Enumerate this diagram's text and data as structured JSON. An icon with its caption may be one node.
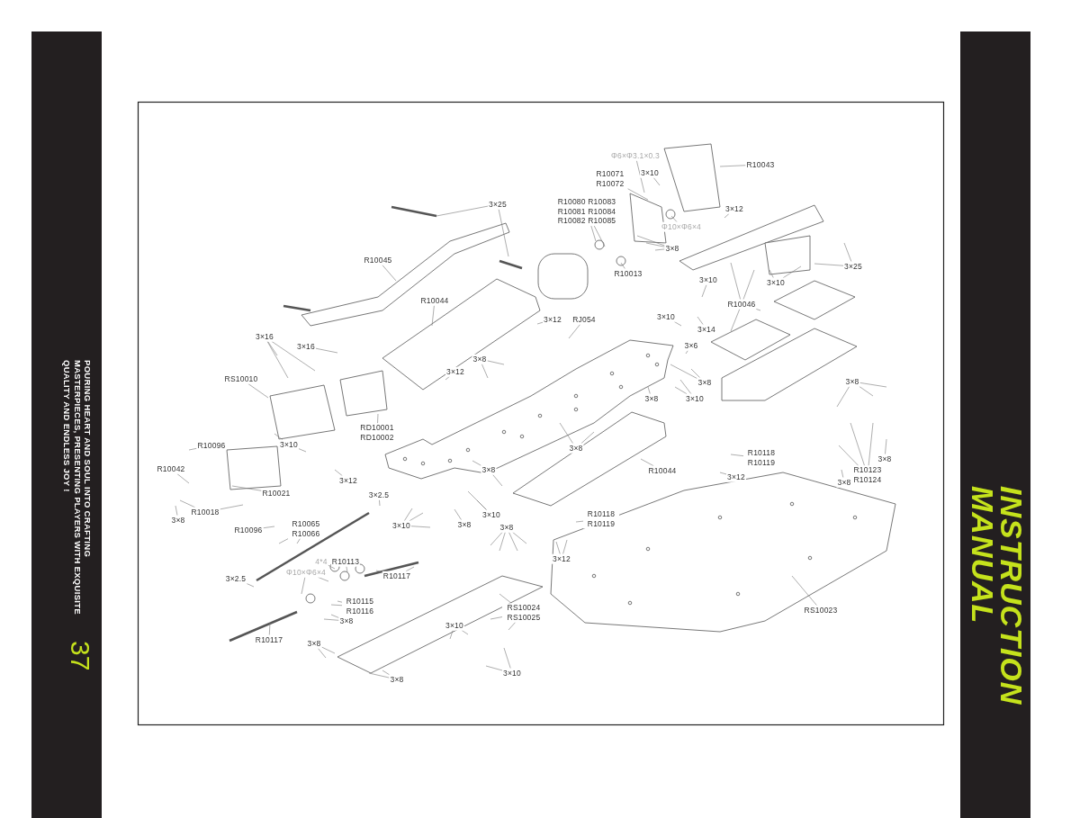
{
  "diagram": {
    "nodes": [
      {
        "text": [
          "R10043"
        ]
      },
      {
        "text": [
          "Φ6×Φ3.1×0.3"
        ]
      },
      {
        "text": [
          "3×10"
        ]
      },
      {
        "text": [
          "R10071 R10072"
        ]
      },
      {
        "text": [
          "R10080 R10083 R10081 R10084 R10082 R10085"
        ]
      },
      {
        "text": [
          "3×12"
        ]
      },
      {
        "text": [
          "Φ10×Φ6×4"
        ]
      },
      {
        "text": [
          "3×8"
        ]
      },
      {
        "text": [
          "R10013"
        ]
      },
      {
        "text": [
          "3×25"
        ]
      },
      {
        "text": [
          "3×10"
        ]
      },
      {
        "text": [
          "3×10"
        ]
      },
      {
        "text": [
          "R10046"
        ]
      },
      {
        "text": [
          "3×10"
        ]
      },
      {
        "text": [
          "3×14"
        ]
      },
      {
        "text": [
          "3×6"
        ]
      },
      {
        "text": [
          "3×8"
        ]
      },
      {
        "text": [
          "3×10"
        ]
      },
      {
        "text": [
          "3×8"
        ]
      },
      {
        "text": [
          "3×8"
        ]
      },
      {
        "text": [
          "3×8"
        ]
      },
      {
        "text": [
          "R10123 R10124"
        ]
      },
      {
        "text": [
          "3×8"
        ]
      },
      {
        "text": [
          "3×25"
        ]
      },
      {
        "text": [
          "R10045"
        ]
      },
      {
        "text": [
          "R10044"
        ]
      },
      {
        "text": [
          "3×12"
        ]
      },
      {
        "text": [
          "RJ054"
        ]
      },
      {
        "text": [
          "3×8"
        ]
      },
      {
        "text": [
          "3×12"
        ]
      },
      {
        "text": [
          "3×16"
        ]
      },
      {
        "text": [
          "3×16"
        ]
      },
      {
        "text": [
          "RS10010"
        ]
      },
      {
        "text": [
          "RD10001 RD10002"
        ]
      },
      {
        "text": [
          "3×10"
        ]
      },
      {
        "text": [
          "3×12"
        ]
      },
      {
        "text": [
          "3×8"
        ]
      },
      {
        "text": [
          "3×8"
        ]
      },
      {
        "text": [
          "R10044"
        ]
      },
      {
        "text": [
          "R10118 R10119"
        ]
      },
      {
        "text": [
          "3×12"
        ]
      },
      {
        "text": [
          "R10096"
        ]
      },
      {
        "text": [
          "R10042"
        ]
      },
      {
        "text": [
          "R10021"
        ]
      },
      {
        "text": [
          "R10018"
        ]
      },
      {
        "text": [
          "3×8"
        ]
      },
      {
        "text": [
          "R10096"
        ]
      },
      {
        "text": [
          "3×2.5"
        ]
      },
      {
        "text": [
          "3×10"
        ]
      },
      {
        "text": [
          "3×8"
        ]
      },
      {
        "text": [
          "3×10"
        ]
      },
      {
        "text": [
          "R10065 R10066"
        ]
      },
      {
        "text": [
          "3×8"
        ]
      },
      {
        "text": [
          "R10118 R10119"
        ]
      },
      {
        "text": [
          "3×12"
        ]
      },
      {
        "text": [
          "4*4"
        ]
      },
      {
        "text": [
          "R10113"
        ]
      },
      {
        "text": [
          "R10117"
        ]
      },
      {
        "text": [
          "Φ10×Φ6×4"
        ]
      },
      {
        "text": [
          "3×2.5"
        ]
      },
      {
        "text": [
          "R10115 R10116"
        ]
      },
      {
        "text": [
          "3×8"
        ]
      },
      {
        "text": [
          "R10117"
        ]
      },
      {
        "text": [
          "RS10024 RS10025"
        ]
      },
      {
        "text": [
          "3×10"
        ]
      },
      {
        "text": [
          "3×8"
        ]
      },
      {
        "text": [
          "3×10"
        ]
      },
      {
        "text": [
          "3×8"
        ]
      },
      {
        "text": [
          "RS10023"
        ]
      }
    ],
    "edges": [
      {
        "from": 0,
        "to": null,
        "arrow": "none"
      },
      {
        "from": 1,
        "to": null,
        "arrow": "none"
      },
      {
        "from": 2,
        "to": null,
        "arrow": "none"
      },
      {
        "from": 3,
        "to": null,
        "arrow": "none"
      },
      {
        "from": 4,
        "to": null,
        "arrow": "none"
      },
      {
        "from": 4,
        "to": null,
        "arrow": "none"
      },
      {
        "from": 5,
        "to": null,
        "arrow": "none"
      },
      {
        "from": 6,
        "to": null,
        "arrow": "none"
      },
      {
        "from": 7,
        "to": null,
        "arrow": "none"
      },
      {
        "from": 7,
        "to": null,
        "arrow": "none"
      },
      {
        "from": 7,
        "to": null,
        "arrow": "none"
      },
      {
        "from": 8,
        "to": null,
        "arrow": "none"
      },
      {
        "from": 9,
        "to": null,
        "arrow": "none"
      },
      {
        "from": 9,
        "to": null,
        "arrow": "none"
      },
      {
        "from": 10,
        "to": null,
        "arrow": "none"
      },
      {
        "from": 11,
        "to": null,
        "arrow": "none"
      },
      {
        "from": 11,
        "to": null,
        "arrow": "none"
      },
      {
        "from": 12,
        "to": null,
        "arrow": "none"
      },
      {
        "from": 12,
        "to": null,
        "arrow": "none"
      },
      {
        "from": 12,
        "to": null,
        "arrow": "none"
      },
      {
        "from": 12,
        "to": null,
        "arrow": "none"
      },
      {
        "from": 13,
        "to": null,
        "arrow": "none"
      },
      {
        "from": 14,
        "to": null,
        "arrow": "none"
      },
      {
        "from": 15,
        "to": null,
        "arrow": "none"
      },
      {
        "from": 16,
        "to": null,
        "arrow": "none"
      },
      {
        "from": 16,
        "to": null,
        "arrow": "none"
      },
      {
        "from": 17,
        "to": null,
        "arrow": "none"
      },
      {
        "from": 17,
        "to": null,
        "arrow": "none"
      },
      {
        "from": 18,
        "to": null,
        "arrow": "none"
      },
      {
        "from": 19,
        "to": null,
        "arrow": "none"
      },
      {
        "from": 19,
        "to": null,
        "arrow": "none"
      },
      {
        "from": 19,
        "to": null,
        "arrow": "none"
      },
      {
        "from": 20,
        "to": null,
        "arrow": "none"
      },
      {
        "from": 21,
        "to": null,
        "arrow": "none"
      },
      {
        "from": 21,
        "to": null,
        "arrow": "none"
      },
      {
        "from": 21,
        "to": null,
        "arrow": "none"
      },
      {
        "from": 22,
        "to": null,
        "arrow": "none"
      },
      {
        "from": 23,
        "to": null,
        "arrow": "none"
      },
      {
        "from": 23,
        "to": null,
        "arrow": "none"
      },
      {
        "from": 24,
        "to": null,
        "arrow": "none"
      },
      {
        "from": 25,
        "to": null,
        "arrow": "none"
      },
      {
        "from": 26,
        "to": null,
        "arrow": "none"
      },
      {
        "from": 27,
        "to": null,
        "arrow": "none"
      },
      {
        "from": 28,
        "to": null,
        "arrow": "none"
      },
      {
        "from": 28,
        "to": null,
        "arrow": "none"
      },
      {
        "from": 29,
        "to": null,
        "arrow": "none"
      },
      {
        "from": 30,
        "to": null,
        "arrow": "none"
      },
      {
        "from": 30,
        "to": null,
        "arrow": "none"
      },
      {
        "from": 30,
        "to": null,
        "arrow": "none"
      },
      {
        "from": 31,
        "to": null,
        "arrow": "none"
      },
      {
        "from": 32,
        "to": null,
        "arrow": "none"
      },
      {
        "from": 33,
        "to": null,
        "arrow": "none"
      },
      {
        "from": 34,
        "to": null,
        "arrow": "none"
      },
      {
        "from": 34,
        "to": null,
        "arrow": "none"
      },
      {
        "from": 35,
        "to": null,
        "arrow": "none"
      },
      {
        "from": 36,
        "to": null,
        "arrow": "none"
      },
      {
        "from": 36,
        "to": null,
        "arrow": "none"
      },
      {
        "from": 37,
        "to": null,
        "arrow": "none"
      },
      {
        "from": 37,
        "to": null,
        "arrow": "none"
      },
      {
        "from": 38,
        "to": null,
        "arrow": "none"
      },
      {
        "from": 39,
        "to": null,
        "arrow": "none"
      },
      {
        "from": 40,
        "to": null,
        "arrow": "none"
      },
      {
        "from": 41,
        "to": null,
        "arrow": "none"
      },
      {
        "from": 42,
        "to": null,
        "arrow": "none"
      },
      {
        "from": 43,
        "to": null,
        "arrow": "none"
      },
      {
        "from": 44,
        "to": null,
        "arrow": "none"
      },
      {
        "from": 44,
        "to": null,
        "arrow": "none"
      },
      {
        "from": 45,
        "to": null,
        "arrow": "none"
      },
      {
        "from": 46,
        "to": null,
        "arrow": "none"
      },
      {
        "from": 47,
        "to": null,
        "arrow": "none"
      },
      {
        "from": 48,
        "to": null,
        "arrow": "none"
      },
      {
        "from": 48,
        "to": null,
        "arrow": "none"
      },
      {
        "from": 48,
        "to": null,
        "arrow": "none"
      },
      {
        "from": 49,
        "to": null,
        "arrow": "none"
      },
      {
        "from": 50,
        "to": null,
        "arrow": "none"
      },
      {
        "from": 50,
        "to": null,
        "arrow": "none"
      },
      {
        "from": 51,
        "to": null,
        "arrow": "none"
      },
      {
        "from": 51,
        "to": null,
        "arrow": "none"
      },
      {
        "from": 52,
        "to": null,
        "arrow": "none"
      },
      {
        "from": 52,
        "to": null,
        "arrow": "none"
      },
      {
        "from": 52,
        "to": null,
        "arrow": "none"
      },
      {
        "from": 52,
        "to": null,
        "arrow": "none"
      },
      {
        "from": 53,
        "to": null,
        "arrow": "none"
      },
      {
        "from": 54,
        "to": null,
        "arrow": "none"
      },
      {
        "from": 54,
        "to": null,
        "arrow": "none"
      },
      {
        "from": 55,
        "to": null,
        "arrow": "none"
      },
      {
        "from": 56,
        "to": null,
        "arrow": "none"
      },
      {
        "from": 57,
        "to": null,
        "arrow": "none"
      },
      {
        "from": 57,
        "to": null,
        "arrow": "none"
      },
      {
        "from": 58,
        "to": null,
        "arrow": "none"
      },
      {
        "from": 58,
        "to": null,
        "arrow": "none"
      },
      {
        "from": 59,
        "to": null,
        "arrow": "none"
      },
      {
        "from": 60,
        "to": null,
        "arrow": "none"
      },
      {
        "from": 60,
        "to": null,
        "arrow": "none"
      },
      {
        "from": 61,
        "to": null,
        "arrow": "none"
      },
      {
        "from": 61,
        "to": null,
        "arrow": "none"
      },
      {
        "from": 62,
        "to": null,
        "arrow": "none"
      },
      {
        "from": 63,
        "to": null,
        "arrow": "none"
      },
      {
        "from": 63,
        "to": null,
        "arrow": "none"
      },
      {
        "from": 63,
        "to": null,
        "arrow": "none"
      },
      {
        "from": 64,
        "to": null,
        "arrow": "none"
      },
      {
        "from": 64,
        "to": null,
        "arrow": "none"
      },
      {
        "from": 65,
        "to": null,
        "arrow": "none"
      },
      {
        "from": 65,
        "to": null,
        "arrow": "none"
      },
      {
        "from": 66,
        "to": null,
        "arrow": "none"
      },
      {
        "from": 66,
        "to": null,
        "arrow": "none"
      },
      {
        "from": 67,
        "to": null,
        "arrow": "none"
      },
      {
        "from": 67,
        "to": null,
        "arrow": "none"
      },
      {
        "from": 68,
        "to": null,
        "arrow": "none"
      }
    ],
    "labels": [
      "POURING HEART AND SOUL INTO CRAFTING MASTERPIECES, PRESENTING PLAYERS WITH EXQUISITE QUALITY AND ENDLESS JOY !",
      "37",
      "INSTRUCTION MANUAL"
    ]
  }
}
